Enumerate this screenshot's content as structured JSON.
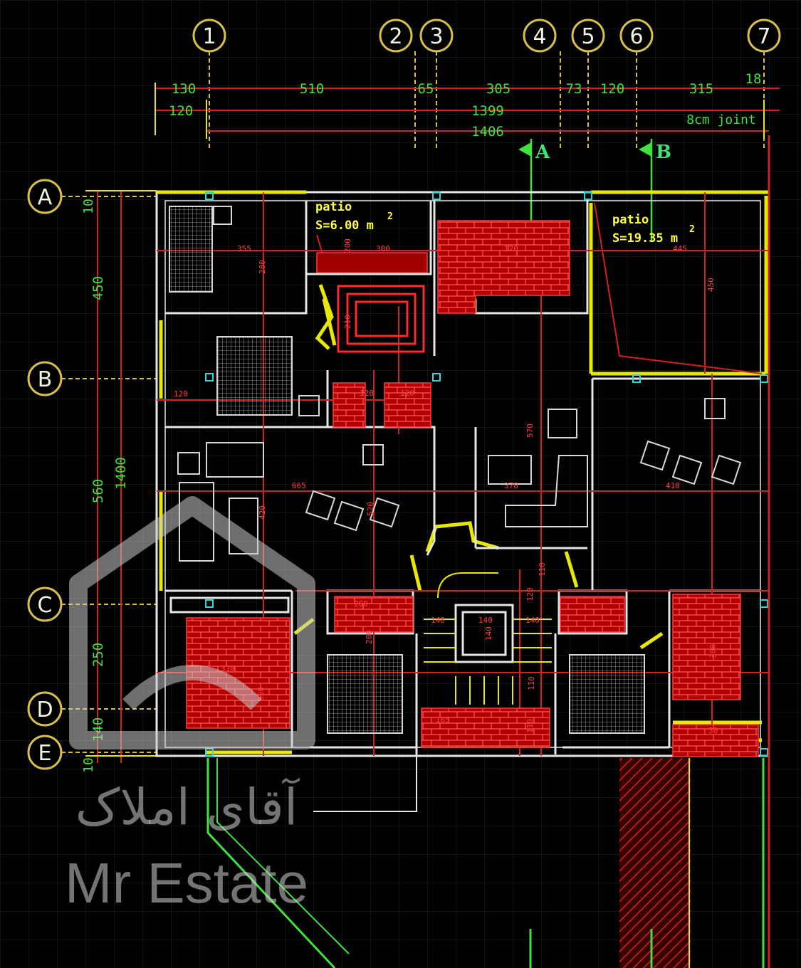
{
  "grid_axes": {
    "columns": [
      "1",
      "2",
      "3",
      "4",
      "5",
      "6",
      "7"
    ],
    "rows": [
      "A",
      "B",
      "C",
      "D",
      "E"
    ]
  },
  "dimensions": {
    "top_row_1": [
      "130",
      "510",
      "65",
      "305",
      "73",
      "120",
      "315",
      "18"
    ],
    "top_row_2_left": "120",
    "top_row_2_total": "1399",
    "joint_label": "8cm joint",
    "top_row_3_total": "1406",
    "left_outer": [
      "10",
      "450",
      "560",
      "250",
      "140",
      "10"
    ],
    "left_total": "1400"
  },
  "sections": {
    "a": "A",
    "b": "B"
  },
  "patios": [
    {
      "name": "patio",
      "area": "S=6.00 m",
      "sup": "2"
    },
    {
      "name": "patio",
      "area": "S=19.35 m",
      "sup": "2"
    }
  ],
  "room_dims": [
    "355",
    "300",
    "200",
    "280",
    "120",
    "210",
    "120",
    "120",
    "120",
    "570",
    "665",
    "420",
    "520",
    "378",
    "445",
    "450",
    "410",
    "200",
    "140",
    "140",
    "110",
    "120",
    "310",
    "200",
    "350",
    "110",
    "140",
    "140",
    "165",
    "30",
    "300",
    "110"
  ],
  "watermark": {
    "persian": "آقای املاک",
    "english": "Mr Estate"
  },
  "colors": {
    "background": "#000000",
    "grid": "#1e2a2a",
    "wall_white": "#e6e6e6",
    "wall_yellow": "#e8e800",
    "red_line": "#d42020",
    "dimension_green": "#3fe33f",
    "tile_red": "#c00000"
  }
}
